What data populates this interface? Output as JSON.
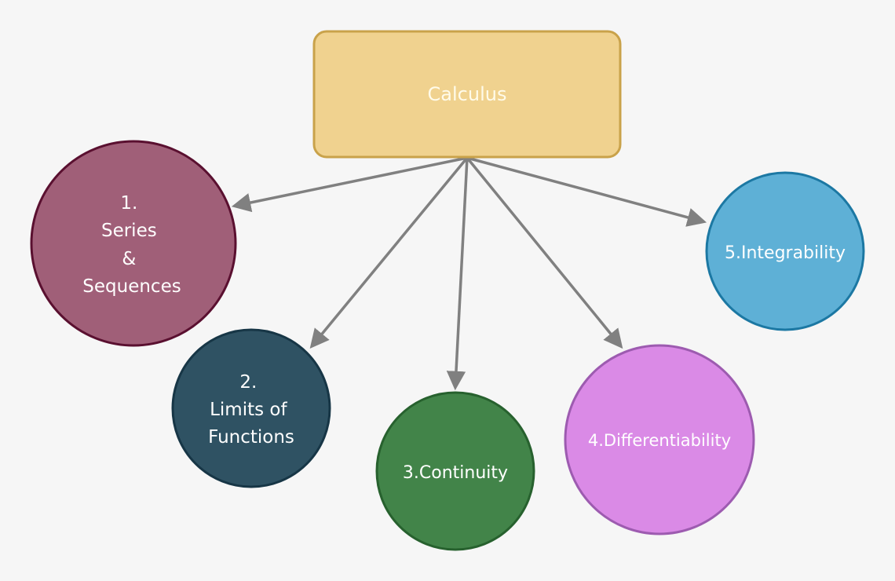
{
  "root": {
    "label": "Calculus",
    "fill": "#f0d28f",
    "stroke": "#c9a24a"
  },
  "arrow_color": "#808080",
  "nodes": [
    {
      "id": "series",
      "lines": [
        "1.",
        "Series",
        "&",
        "Sequences"
      ],
      "fill": "#a05f78",
      "stroke": "#5a1030"
    },
    {
      "id": "limits",
      "lines": [
        "2.",
        "Limits of",
        "Functions"
      ],
      "fill": "#2f5263",
      "stroke": "#173646"
    },
    {
      "id": "continuity",
      "lines": [
        "3.Continuity"
      ],
      "fill": "#428449",
      "stroke": "#27612e"
    },
    {
      "id": "differentiability",
      "lines": [
        "4.Differentiability"
      ],
      "fill": "#da8ae6",
      "stroke": "#9d5bb0"
    },
    {
      "id": "integrability",
      "lines": [
        "5.Integrability"
      ],
      "fill": "#5eb0d6",
      "stroke": "#1c78a3"
    }
  ]
}
